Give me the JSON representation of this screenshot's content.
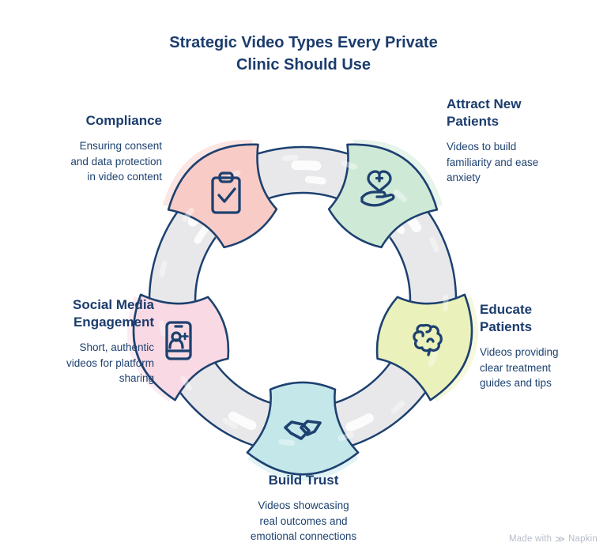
{
  "title": "Strategic Video Types Every Private Clinic Should Use",
  "segments": [
    {
      "label": "Attract New Patients",
      "description": "Videos to build familiarity and ease anxiety",
      "color": "#cfe9d7",
      "icon": "hand-holding-heart-icon"
    },
    {
      "label": "Educate Patients",
      "description": "Videos providing clear treatment guides and tips",
      "color": "#eaf1ba",
      "icon": "brain-icon"
    },
    {
      "label": "Build Trust",
      "description": "Videos showcasing real outcomes and emotional connections",
      "color": "#c4e7ea",
      "icon": "handshake-icon"
    },
    {
      "label": "Social Media Engagement",
      "description": "Short, authentic videos for platform sharing",
      "color": "#f9d9e3",
      "icon": "smartphone-add-user-icon"
    },
    {
      "label": "Compliance",
      "description": "Ensuring consent and data protection in video content",
      "color": "#f9cbc6",
      "icon": "clipboard-check-icon"
    }
  ],
  "colors": {
    "outline": "#1d4170",
    "text": "#1b3c6d",
    "ring": "#e8e8ea",
    "background": "#ffffff",
    "watermark": "#b7bdc9"
  },
  "watermark": {
    "prefix": "Made with",
    "brand": "Napkin"
  }
}
